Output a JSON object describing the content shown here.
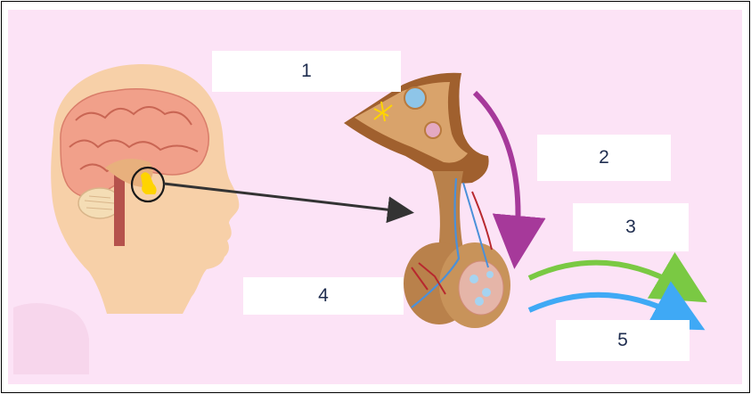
{
  "labels": {
    "box1": "1",
    "box2": "2",
    "box3": "3",
    "box4": "4",
    "box5": "5"
  },
  "colors": {
    "background": "#fce3f6",
    "skin": "#f7d0a8",
    "brain": "#f1a08a",
    "pituitary_highlight": "#ffd400",
    "gland": "#b9814b",
    "arrow_pointer": "#333333",
    "arrow_2": "#a6399a",
    "arrow_3": "#7ac943",
    "arrow_5": "#3fa9f5",
    "label_text": "#1f2d4f"
  },
  "icons": {
    "head": "human-head-profile-icon",
    "brain": "brain-icon",
    "pituitary": "pituitary-gland-icon"
  }
}
